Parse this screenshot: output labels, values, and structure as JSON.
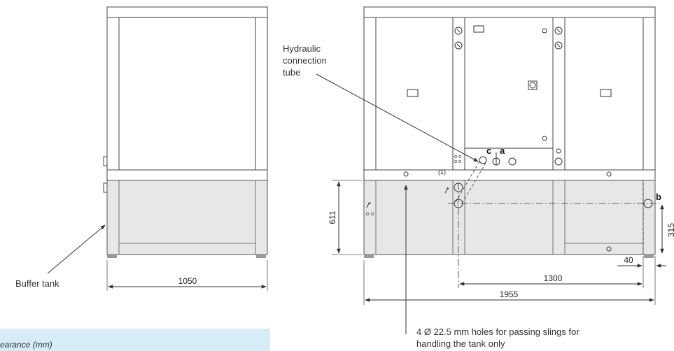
{
  "labels": {
    "hydraulic_line1": "Hydraulic",
    "hydraulic_line2": "connection",
    "hydraulic_line3": "tube",
    "buffer_tank": "Buffer tank",
    "holes_line1": "4 Ø 22.5 mm holes for passing slings for",
    "holes_line2": "handling the tank only",
    "marker_a": "a",
    "marker_b": "b",
    "marker_c": "c",
    "marker_1": "(1)"
  },
  "dimensions": {
    "side_width": "1050",
    "front_width": "1955",
    "span_1300": "1300",
    "offset_40": "40",
    "tank_height": "611",
    "height_315": "315"
  },
  "caption": {
    "text": "earance (mm)"
  },
  "colors": {
    "tank_fill": "#e6e7e8",
    "caption_band": "#d6ecf7",
    "line": "#333333"
  }
}
